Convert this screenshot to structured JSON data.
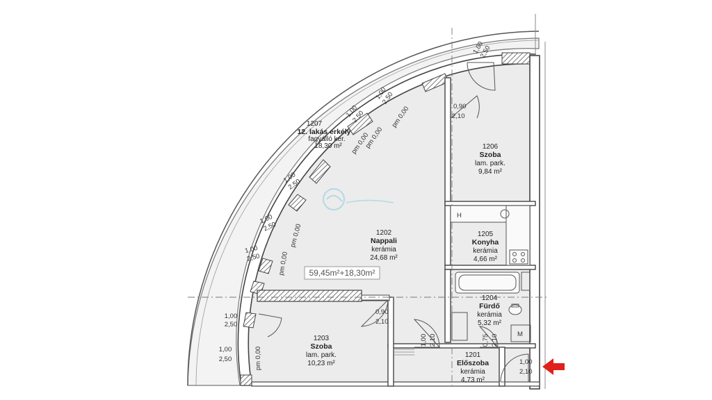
{
  "rooms": {
    "r1207": {
      "number": "1207",
      "name": "12. lakás erkély",
      "finish": "fagyálló ker.",
      "area": "18,30 m²"
    },
    "r1206": {
      "number": "1206",
      "name": "Szoba",
      "finish": "lam. park.",
      "area": "9,84 m²"
    },
    "r1205": {
      "number": "1205",
      "name": "Konyha",
      "finish": "kerámia",
      "area": "4,66 m²"
    },
    "r1202": {
      "number": "1202",
      "name": "Nappali",
      "finish": "kerámia",
      "area": "24,68 m²"
    },
    "r1204": {
      "number": "1204",
      "name": "Fürdő",
      "finish": "kerámia",
      "area": "5,32 m²"
    },
    "r1203": {
      "number": "1203",
      "name": "Szoba",
      "finish": "lam. park.",
      "area": "10,23 m²"
    },
    "r1201": {
      "number": "1201",
      "name": "Előszoba",
      "finish": "kerámia",
      "area": "4,73 m²"
    }
  },
  "total_area": "59,45m²+18,30m²",
  "window_labels": {
    "w": "1,00",
    "h": "2,50",
    "parapet": "pm 0,00"
  },
  "door_labels": {
    "d1": {
      "w": "0,90",
      "h": "2,10"
    },
    "d2": {
      "w": "0,90",
      "h": "2,10"
    },
    "d3": {
      "w": "1,00",
      "h": "2,10"
    },
    "d4": {
      "w": "0,75",
      "h": "2,10"
    },
    "d5": {
      "w": "1,00",
      "h": "2,10"
    }
  },
  "fixtures": {
    "hob_letter": "H",
    "machine_letter": "M"
  },
  "colors": {
    "floor": "#ececec",
    "balcony": "#f3f3f3",
    "wall": "#444444",
    "hatch": "#666666",
    "arrow": "#e0201a",
    "watermark": "#9ed0e0"
  }
}
